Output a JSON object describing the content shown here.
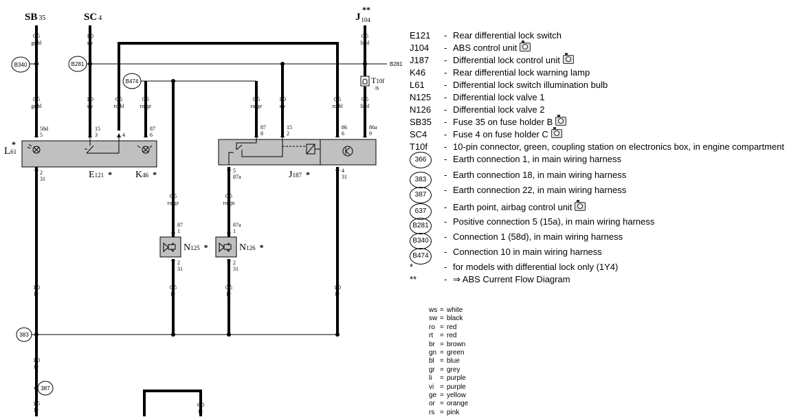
{
  "diagram": {
    "top_labels": {
      "sb35": "SB",
      "sb35_sub": "35",
      "sc4": "SC",
      "sc4_sub": "4",
      "j104": "J",
      "j104_sub": "104",
      "j104_stars": "**"
    },
    "wires": {
      "sb_top_size": "0,5",
      "sb_top_color": "gr/bl",
      "sc_top_size": "1,0",
      "sc_top_color": "sw",
      "j104_top_size": "0,5",
      "j104_top_color": "li/bl",
      "w1_size": "0,5",
      "w1_color": "gr/bl",
      "w2_size": "1,0",
      "w2_color": "sw",
      "w3_size": "0,5",
      "w3_color": "ro/bl",
      "w4_size": "0,5",
      "w4_color": "ro/ge",
      "w5_size": "0,5",
      "w5_color": "ro/ge",
      "w6_size": "1,0",
      "w6_color": "sw",
      "w7_size": "0,5",
      "w7_color": "ro/bl",
      "w8_size": "0,5",
      "w8_color": "li/bl",
      "n125_in_size": "0,5",
      "n125_in_color": "ro/ge",
      "n126_in_size": "0,5",
      "n126_in_color": "ro/gn",
      "e1_size": "1,0",
      "e1_color": "br",
      "e2_size": "0,5",
      "e2_color": "br",
      "e3_size": "0,5",
      "e3_color": "br",
      "e4_size": "1,0",
      "e4_color": "br",
      "g1_size": "1,0",
      "g1_color": "br",
      "g2_size": "1,5",
      "g2_color": "br",
      "g3_size": "6,0",
      "g3_color": "br"
    },
    "connections": {
      "b340": "B340",
      "b281": "B281",
      "b474": "B474",
      "b281_right": "B281",
      "e383": "383",
      "e387": "387"
    },
    "connector_t10f": {
      "name": "T",
      "sub": "10f",
      "pin": "/6"
    },
    "pins": {
      "l61_top": "58d",
      "l61_top2": "5",
      "e121_a": "15",
      "e121_a2": "3",
      "e121_b": "4",
      "k46_a": "87",
      "k46_a2": "6",
      "l61_bot": "2",
      "l61_bot2": "31",
      "j187_a": "87",
      "j187_a2": "8",
      "j187_b": "15",
      "j187_b2": "2",
      "j187_c": "86",
      "j187_c2": "6",
      "j187_d": "86a",
      "j187_d2": "9",
      "j187_e": "5",
      "j187_e2": "87a",
      "j187_f": "4",
      "j187_f2": "31",
      "n125_top": "87",
      "n125_top2": "1",
      "n125_bot": "2",
      "n125_bot2": "31",
      "n126_top": "87a",
      "n126_top2": "1",
      "n126_bot": "2",
      "n126_bot2": "31"
    },
    "components": {
      "l61": "L",
      "l61_sub": "61",
      "l61_star": "*",
      "e121": "E",
      "e121_sub": "121",
      "e121_star": "*",
      "k46": "K",
      "k46_sub": "46",
      "k46_star": "*",
      "j187": "J",
      "j187_sub": "187",
      "j187_star": "*",
      "n125": "N",
      "n125_sub": "125",
      "n125_star": "*",
      "n126": "N",
      "n126_sub": "126",
      "n126_star": "*"
    }
  },
  "legend": [
    {
      "code": "E121",
      "desc": "Rear differential lock switch",
      "camera": false
    },
    {
      "code": "J104",
      "desc": "ABS control unit",
      "camera": true
    },
    {
      "code": "J187",
      "desc": "Differential lock control unit",
      "camera": true
    },
    {
      "code": "K46",
      "desc": "Rear differential lock warning lamp",
      "camera": false
    },
    {
      "code": "L61",
      "desc": "Differential lock switch illumination bulb",
      "camera": false
    },
    {
      "code": "N125",
      "desc": "Differential lock valve 1",
      "camera": false
    },
    {
      "code": "N126",
      "desc": "Differential lock valve 2",
      "camera": false
    },
    {
      "code": "SB35",
      "desc": "Fuse 35 on fuse holder B",
      "camera": true
    },
    {
      "code": "SC4",
      "desc": "Fuse 4 on fuse holder C",
      "camera": true
    },
    {
      "code": "T10f",
      "desc": "10-pin connector, green, coupling station on electronics box, in engine compartment",
      "camera": false
    }
  ],
  "earth_legend": [
    {
      "badge": "366",
      "desc": "Earth connection 1, in main wiring harness",
      "camera": false
    },
    {
      "badge": "383",
      "desc": "Earth connection 18, in main wiring harness",
      "camera": false
    },
    {
      "badge": "387",
      "desc": "Earth connection 22, in main wiring harness",
      "camera": false
    },
    {
      "badge": "637",
      "desc": "Earth point, airbag control unit",
      "camera": true
    },
    {
      "badge": "B281",
      "desc": "Positive connection 5 (15a), in main wiring harness",
      "camera": false
    },
    {
      "badge": "B340",
      "desc": "Connection 1 (58d), in main wiring harness",
      "camera": false
    },
    {
      "badge": "B474",
      "desc": "Connection 10 in main wiring harness",
      "camera": false
    }
  ],
  "notes": [
    {
      "sym": "*",
      "text": "for models with differential lock only (1Y4)"
    },
    {
      "sym": "**",
      "text": "⇒ ABS Current Flow Diagram"
    }
  ],
  "color_codes": [
    {
      "code": "ws",
      "name": "white"
    },
    {
      "code": "sw",
      "name": "black"
    },
    {
      "code": "ro",
      "name": "red"
    },
    {
      "code": "rt",
      "name": "red"
    },
    {
      "code": "br",
      "name": "brown"
    },
    {
      "code": "gn",
      "name": "green"
    },
    {
      "code": "bl",
      "name": "blue"
    },
    {
      "code": "gr",
      "name": "grey"
    },
    {
      "code": "li",
      "name": "purple"
    },
    {
      "code": "vi",
      "name": "purple"
    },
    {
      "code": "ge",
      "name": "yellow"
    },
    {
      "code": "or",
      "name": "orange"
    },
    {
      "code": "rs",
      "name": "pink"
    }
  ],
  "colors": {
    "wire": "#000000",
    "component_fill": "#c0c0c0",
    "line": "#000000"
  }
}
